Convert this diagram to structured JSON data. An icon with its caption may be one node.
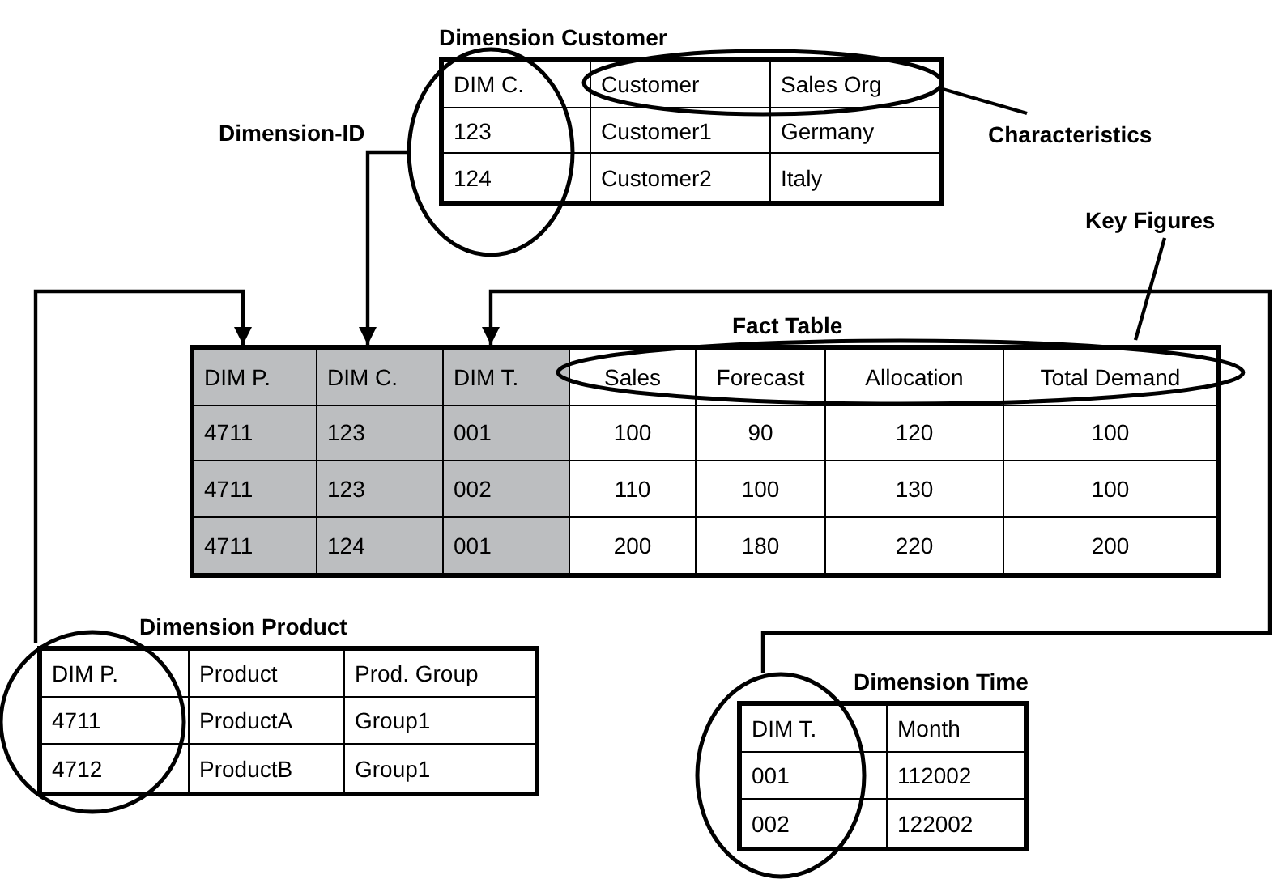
{
  "diagram": {
    "nodes": [
      {
        "text": [
          "Dimension Customer",
          "DIM C.",
          "Customer",
          "Sales Org",
          "123",
          "Customer1",
          "Germany",
          "124",
          "Customer2",
          "Italy"
        ]
      },
      {
        "text": [
          "Characteristics"
        ]
      },
      {
        "text": [
          "Fact Table",
          "DIM P.",
          "DIM C.",
          "DIM T.",
          "Sales",
          "Forecast",
          "Allocation",
          "Total Demand",
          "4711",
          "123",
          "001",
          "100",
          "90",
          "120",
          "100",
          "4711",
          "123",
          "002",
          "110",
          "100",
          "130",
          "100",
          "4711",
          "124",
          "001",
          "200",
          "180",
          "220",
          "200"
        ]
      },
      {
        "text": [
          "Key Figures"
        ]
      },
      {
        "text": [
          "Dimension Product",
          "DIM P.",
          "Product",
          "Prod. Group",
          "4711",
          "ProductA",
          "Group1",
          "4712",
          "ProductB",
          "Group1"
        ]
      },
      {
        "text": [
          "Dimension Time",
          "DIM T.",
          "Month",
          "001",
          "112002",
          "002",
          "122002"
        ]
      }
    ],
    "edges": [
      {
        "from": 4,
        "to": 2,
        "arrow": "to"
      },
      {
        "from": 0,
        "to": 2,
        "arrow": "to"
      },
      {
        "from": 5,
        "to": 2,
        "arrow": "to"
      },
      {
        "from": 1,
        "to": 0,
        "arrow": "none"
      },
      {
        "from": 3,
        "to": 2,
        "arrow": "none"
      }
    ],
    "labels": [
      "Dimension-ID"
    ]
  }
}
